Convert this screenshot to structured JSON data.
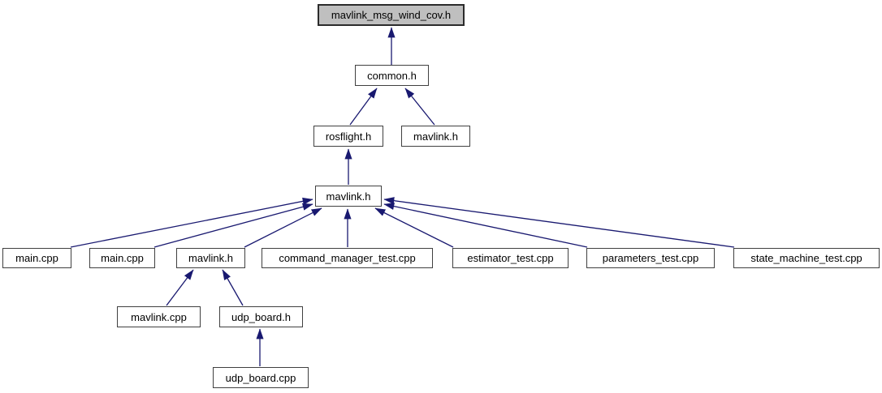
{
  "diagram": {
    "kind": "include-dependency-graph",
    "colors": {
      "arrow": "#191970",
      "root_fill": "#bfbfbf",
      "node_fill": "#ffffff",
      "node_border": "#404040",
      "text": "#000000",
      "background": "#ffffff"
    },
    "nodes": [
      {
        "id": "root",
        "label": "mavlink_msg_wind_cov.h",
        "is_root": true
      },
      {
        "id": "common_h",
        "label": "common.h",
        "is_root": false
      },
      {
        "id": "rosflight_h",
        "label": "rosflight.h",
        "is_root": false
      },
      {
        "id": "mavlink_h_lib",
        "label": "mavlink.h",
        "is_root": false
      },
      {
        "id": "mavlink_h_mid",
        "label": "mavlink.h",
        "is_root": false
      },
      {
        "id": "main_cpp_1",
        "label": "main.cpp",
        "is_root": false
      },
      {
        "id": "main_cpp_2",
        "label": "main.cpp",
        "is_root": false
      },
      {
        "id": "mavlink_h_board",
        "label": "mavlink.h",
        "is_root": false
      },
      {
        "id": "command_manager_test_cpp",
        "label": "command_manager_test.cpp",
        "is_root": false
      },
      {
        "id": "estimator_test_cpp",
        "label": "estimator_test.cpp",
        "is_root": false
      },
      {
        "id": "parameters_test_cpp",
        "label": "parameters_test.cpp",
        "is_root": false
      },
      {
        "id": "state_machine_test_cpp",
        "label": "state_machine_test.cpp",
        "is_root": false
      },
      {
        "id": "mavlink_cpp",
        "label": "mavlink.cpp",
        "is_root": false
      },
      {
        "id": "udp_board_h",
        "label": "udp_board.h",
        "is_root": false
      },
      {
        "id": "udp_board_cpp",
        "label": "udp_board.cpp",
        "is_root": false
      }
    ],
    "edges": [
      {
        "from": "common_h",
        "to": "root"
      },
      {
        "from": "rosflight_h",
        "to": "common_h"
      },
      {
        "from": "mavlink_h_lib",
        "to": "common_h"
      },
      {
        "from": "mavlink_h_mid",
        "to": "rosflight_h"
      },
      {
        "from": "main_cpp_1",
        "to": "mavlink_h_mid"
      },
      {
        "from": "main_cpp_2",
        "to": "mavlink_h_mid"
      },
      {
        "from": "mavlink_h_board",
        "to": "mavlink_h_mid"
      },
      {
        "from": "command_manager_test_cpp",
        "to": "mavlink_h_mid"
      },
      {
        "from": "estimator_test_cpp",
        "to": "mavlink_h_mid"
      },
      {
        "from": "parameters_test_cpp",
        "to": "mavlink_h_mid"
      },
      {
        "from": "state_machine_test_cpp",
        "to": "mavlink_h_mid"
      },
      {
        "from": "mavlink_cpp",
        "to": "mavlink_h_board"
      },
      {
        "from": "udp_board_h",
        "to": "mavlink_h_board"
      },
      {
        "from": "udp_board_cpp",
        "to": "udp_board_h"
      }
    ]
  }
}
